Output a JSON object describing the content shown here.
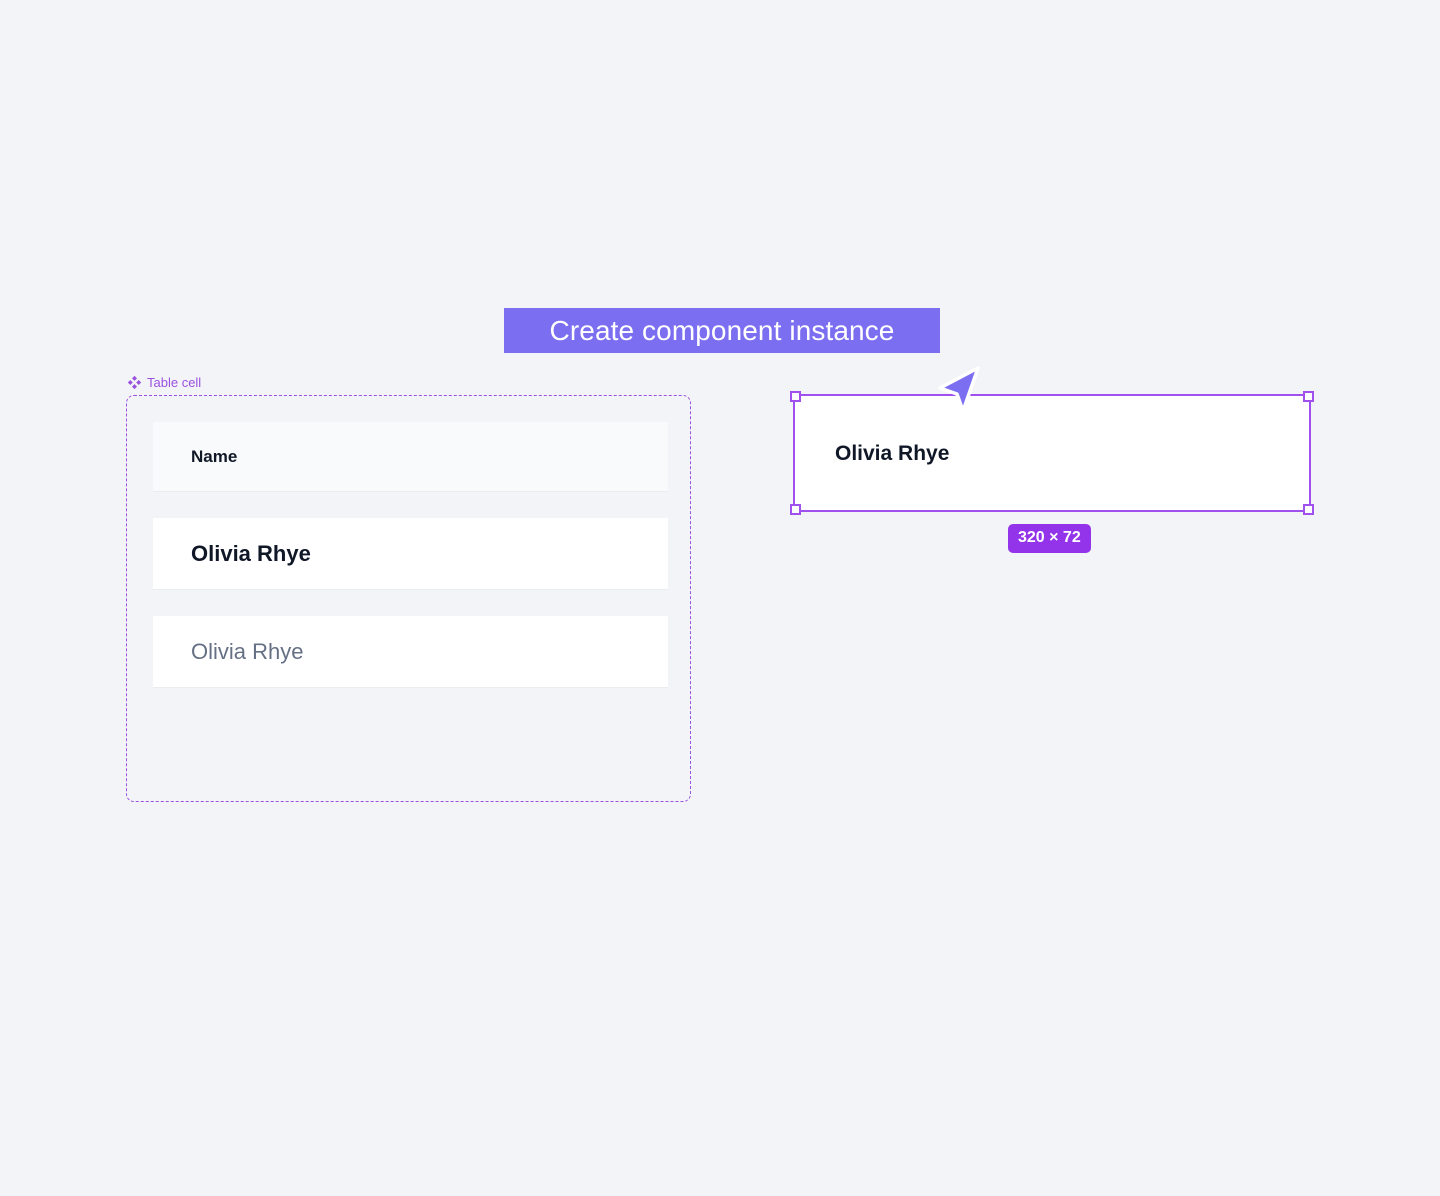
{
  "canvas": {
    "background_color": "#f2f4f7"
  },
  "action_banner": {
    "label": "Create component instance",
    "background_color": "#7b6ef0",
    "text_color": "#ffffff"
  },
  "component_frame": {
    "icon": "component-diamond-icon",
    "label": "Table cell",
    "accent_color": "#9b51e0",
    "border_style": "dashed",
    "variants": [
      {
        "name": "header-cell",
        "text": "Name",
        "state": "header",
        "background_color": "#f9fafb",
        "text_color": "#101828"
      },
      {
        "name": "default-cell",
        "text": "Olivia Rhye",
        "state": "default",
        "background_color": "#ffffff",
        "text_color": "#101828"
      },
      {
        "name": "placeholder-cell",
        "text": "Olivia Rhye",
        "state": "placeholder",
        "background_color": "#ffffff",
        "text_color": "#667085"
      }
    ]
  },
  "instance": {
    "text": "Olivia Rhye",
    "background_color": "#ffffff",
    "text_color": "#101828",
    "selection_color": "#a050ee",
    "size_badge": "320 × 72",
    "size_badge_color": "#9333ea",
    "handles": [
      "top-left",
      "top-right",
      "bottom-left",
      "bottom-right"
    ]
  },
  "cursor": {
    "type": "arrow-cursor",
    "fill_color": "#7b6ef0",
    "outline_color": "#ffffff"
  }
}
